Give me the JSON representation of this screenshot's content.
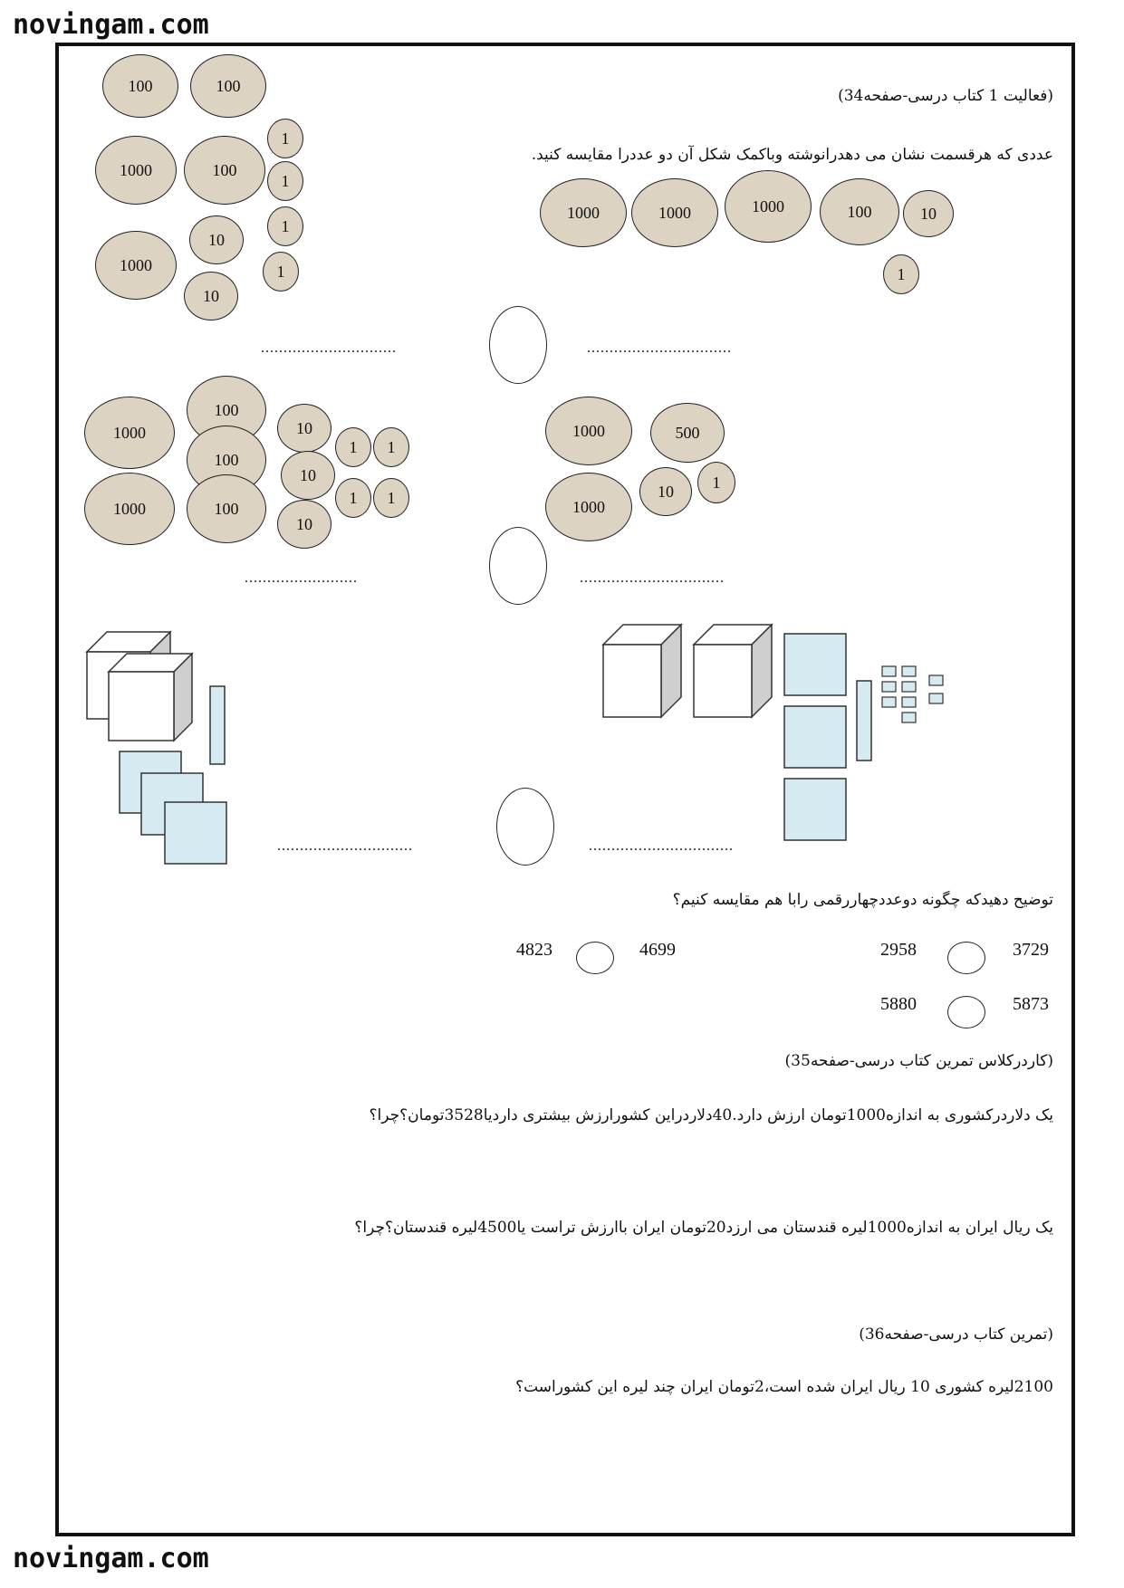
{
  "watermark": {
    "top": "novingam.com",
    "bottom": "novingam.com"
  },
  "activity1": {
    "header": "(فعالیت 1 کتاب درسی-صفحه34)",
    "instruction": "عددی که هرقسمت نشان می دهدرانوشته وباکمک شکل آن دو عددرا مقایسه کنید."
  },
  "row1": {
    "left_coins": [
      "100",
      "100",
      "1",
      "1000",
      "100",
      "1",
      "1",
      "10",
      "1000",
      "1",
      "10"
    ],
    "right_coins": [
      "1000",
      "1000",
      "1000",
      "100",
      "10",
      "1"
    ],
    "blank_left": "..............................",
    "blank_right": "................................"
  },
  "row2": {
    "left_coins": [
      "1000",
      "1000",
      "100",
      "100",
      "100",
      "10",
      "10",
      "10",
      "1",
      "1",
      "1",
      "1"
    ],
    "right_coins": [
      "1000",
      "500",
      "1000",
      "10",
      "1"
    ],
    "blank_left": ".........................",
    "blank_right": "................................"
  },
  "row3": {
    "blank_left": "..............................",
    "blank_right": "................................"
  },
  "question_compare": {
    "text": "توضیح دهیدکه چگونه دوعددچهاررقمی رابا هم مقایسه کنیم؟",
    "pairs": [
      {
        "left": "4823",
        "right": "4699"
      },
      {
        "left": "2958",
        "right": "3729"
      },
      {
        "left": "5880",
        "right": "5873"
      }
    ]
  },
  "classwork": {
    "header": "(کاردرکلاس تمرین کتاب درسی-صفحه35)",
    "q1": "یک دلاردرکشوری به اندازه1000تومان ارزش دارد.40دلاردراین کشورارزش بیشتری داردیا3528تومان؟چرا؟",
    "q2": "یک ریال ایران به اندازه1000لیره قندستان می ارزد20تومان ایران باارزش تراست یا4500لیره قندستان؟چرا؟"
  },
  "exercise36": {
    "header": "(تمرین کتاب درسی-صفحه36)",
    "q1": "2100لیره کشوری 10 ریال ایران شده است،2تومان ایران چند لیره این کشوراست؟"
  }
}
